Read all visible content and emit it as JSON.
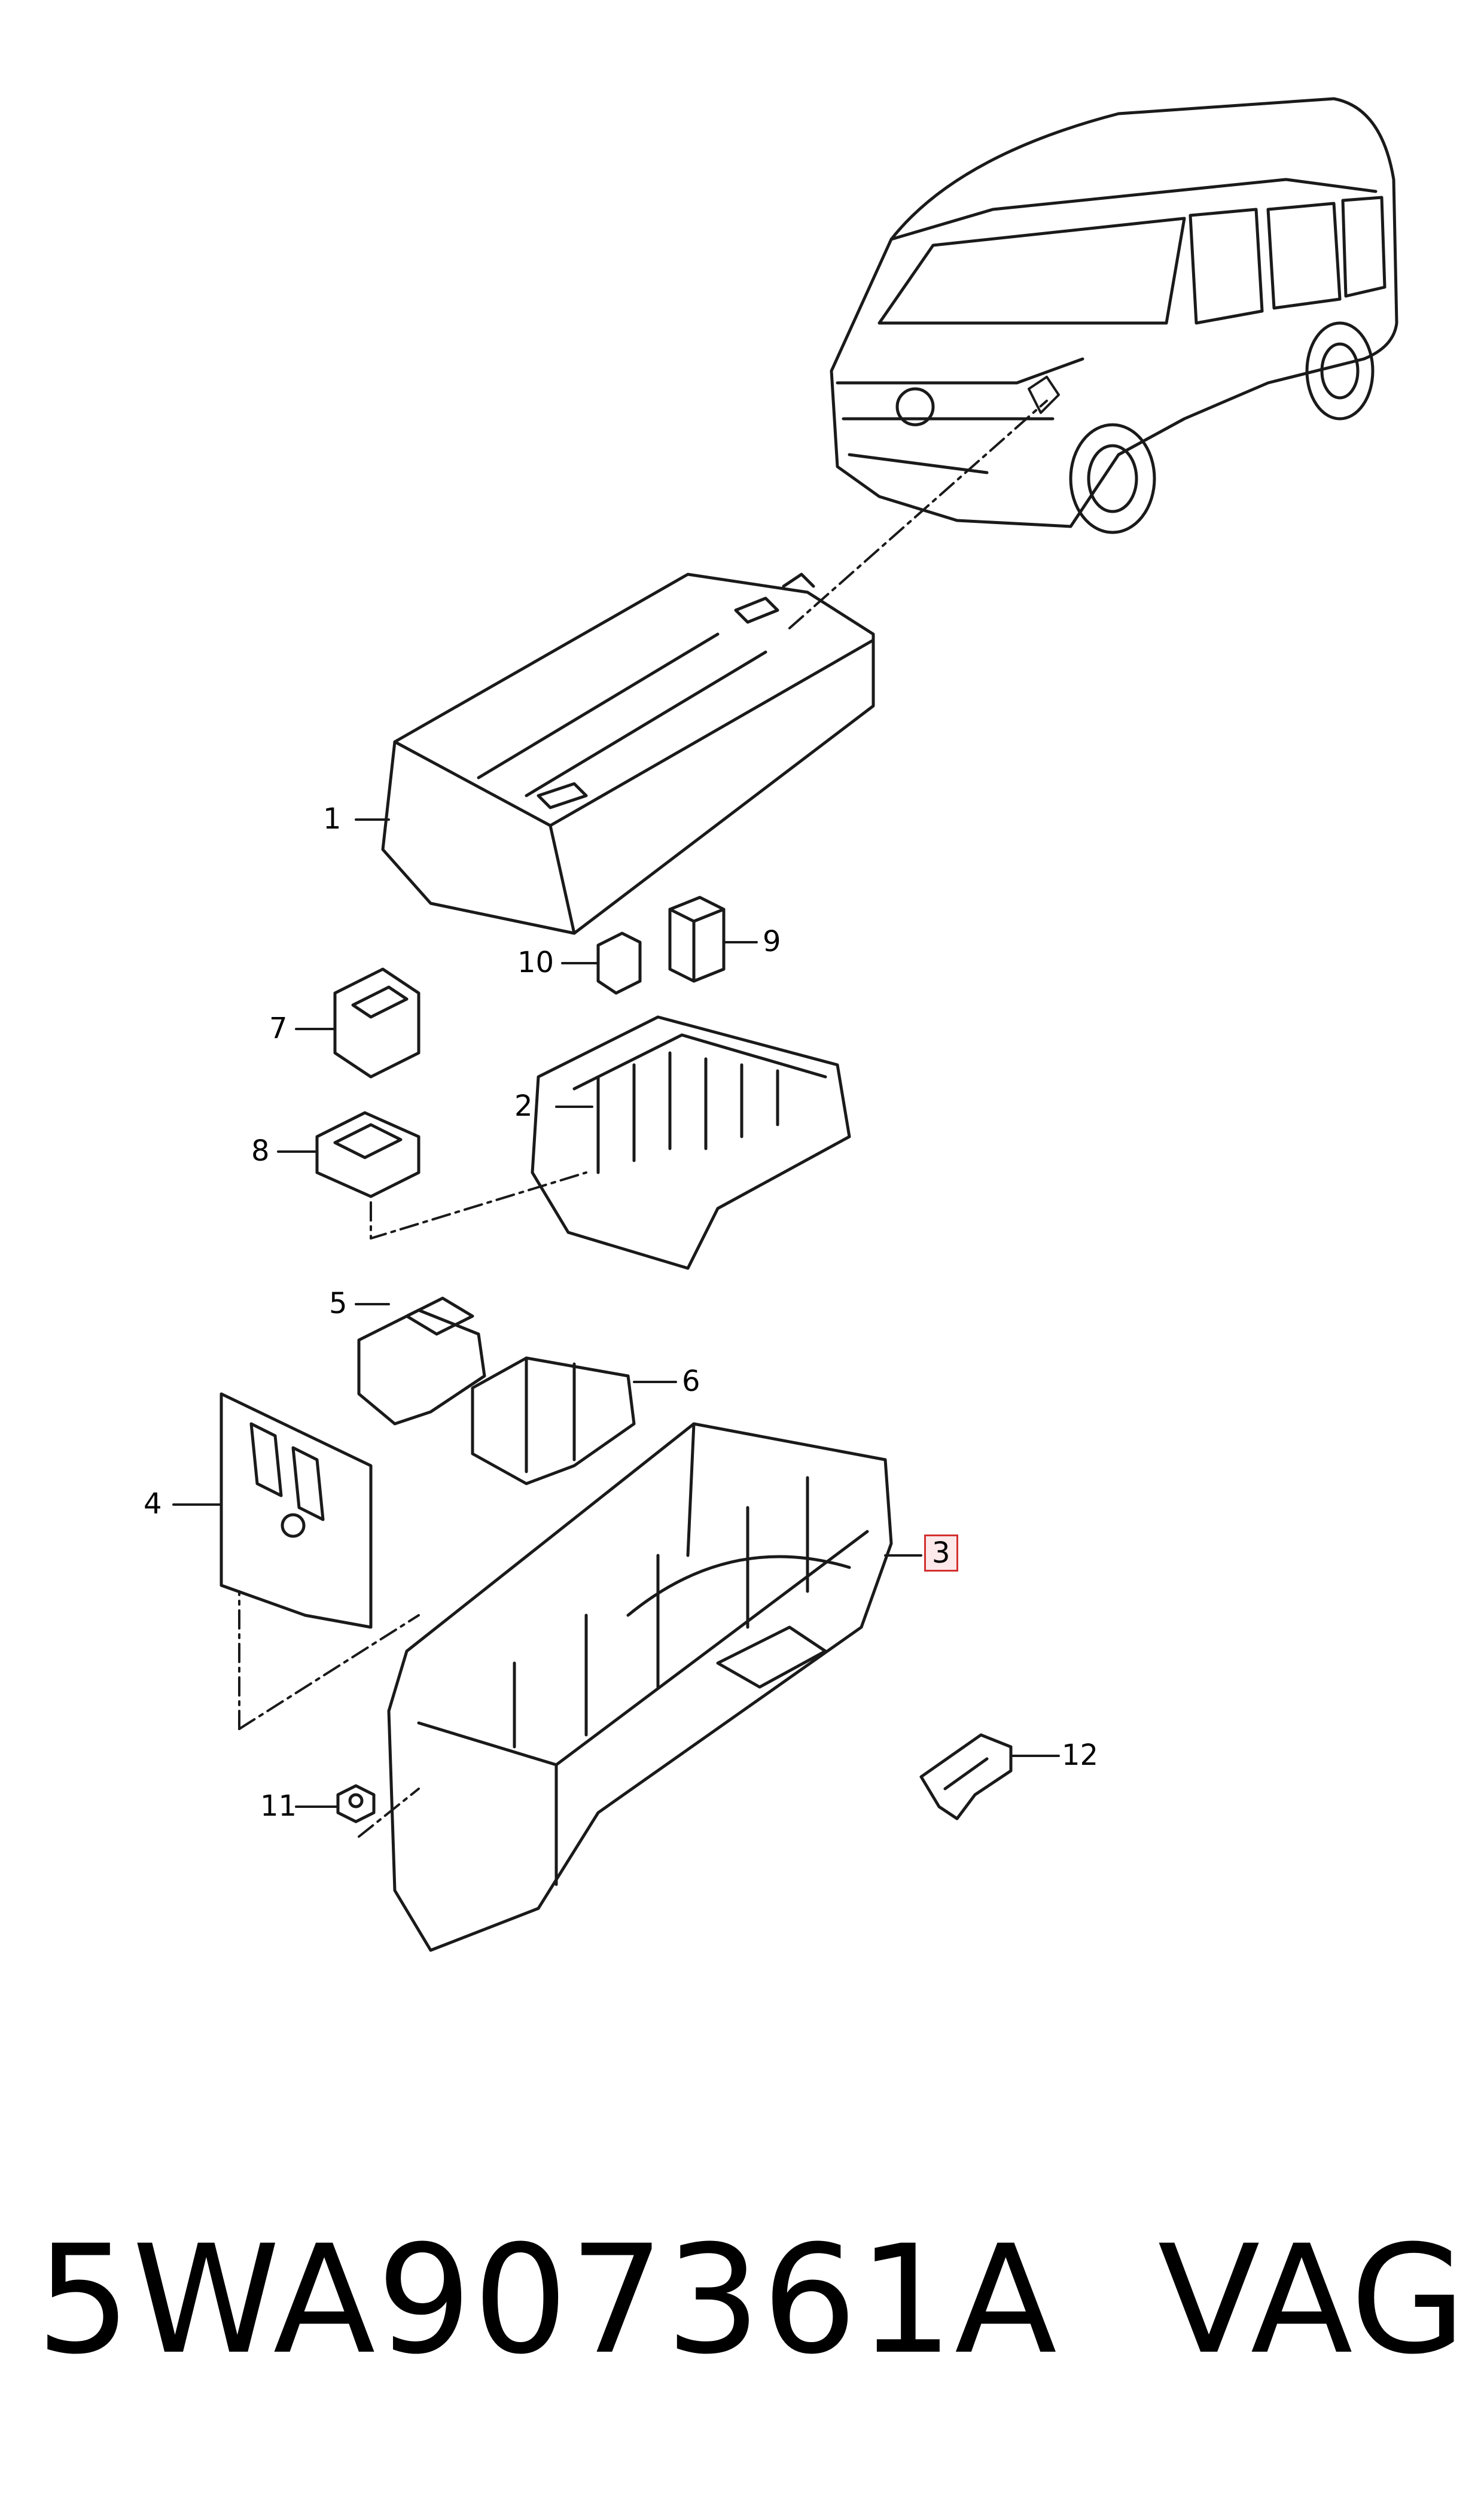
{
  "callouts": [
    {
      "id": "1",
      "label": "1"
    },
    {
      "id": "2",
      "label": "2"
    },
    {
      "id": "3",
      "label": "3",
      "highlighted": true
    },
    {
      "id": "4",
      "label": "4"
    },
    {
      "id": "5",
      "label": "5"
    },
    {
      "id": "6",
      "label": "6"
    },
    {
      "id": "7",
      "label": "7"
    },
    {
      "id": "8",
      "label": "8"
    },
    {
      "id": "9",
      "label": "9"
    },
    {
      "id": "10",
      "label": "10"
    },
    {
      "id": "11",
      "label": "11"
    },
    {
      "id": "12",
      "label": "12"
    }
  ],
  "colors": {
    "line": "#1a1a1a",
    "highlight_border": "#d32f2f",
    "highlight_fill": "#fde8ea"
  },
  "footer": {
    "part_number": "5WA907361A",
    "brand": "VAG"
  }
}
